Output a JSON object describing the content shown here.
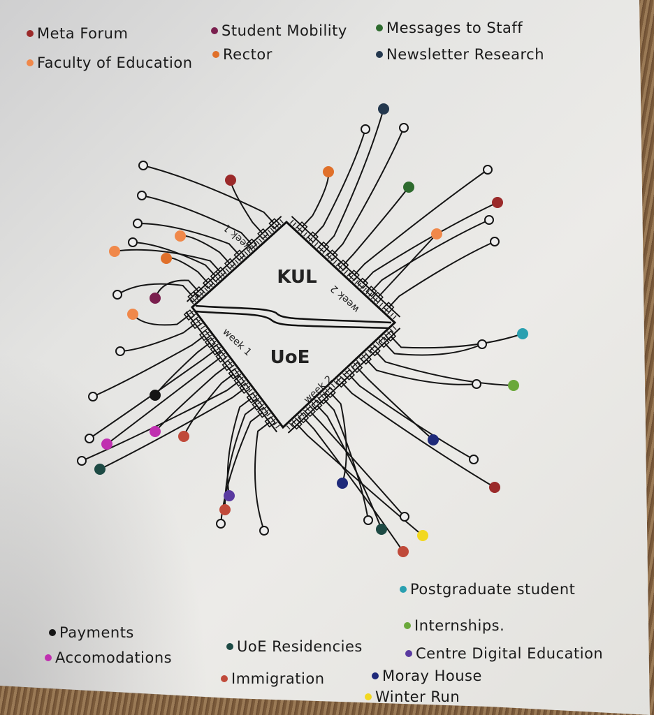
{
  "chip": {
    "top_label": "KUL",
    "bottom_label": "UoE",
    "week_labels": [
      "week 1",
      "week 2",
      "week 1",
      "week 2"
    ]
  },
  "legend": {
    "meta_forum": {
      "label": "Meta Forum",
      "color": "#9b2a2a"
    },
    "student_mobility": {
      "label": "Student Mobility",
      "color": "#7a1f4e"
    },
    "messages_to_staff": {
      "label": "Messages to Staff",
      "color": "#2e6b2e"
    },
    "faculty_of_education": {
      "label": "Faculty of Education",
      "color": "#f0884a"
    },
    "rector": {
      "label": "Rector",
      "color": "#e0702a"
    },
    "newsletter_research": {
      "label": "Newsletter Research",
      "color": "#24384e"
    },
    "postgraduate_student": {
      "label": "Postgraduate student",
      "color": "#2aa0b0"
    },
    "internships": {
      "label": "Internships.",
      "color": "#6aa83a"
    },
    "payments": {
      "label": "Payments",
      "color": "#151515"
    },
    "uoe_residencies": {
      "label": "UoE Residencies",
      "color": "#1d4a44"
    },
    "centre_digital_education": {
      "label": "Centre Digital Education",
      "color": "#5a3aa0"
    },
    "accomodations": {
      "label": "Accomodations",
      "color": "#c030b0"
    },
    "immigration": {
      "label": "Immigration",
      "color": "#c04a3a"
    },
    "moray_house": {
      "label": "Moray House",
      "color": "#1f2a7a"
    },
    "winter_run": {
      "label": "Winter Run",
      "color": "#f2d820"
    }
  }
}
